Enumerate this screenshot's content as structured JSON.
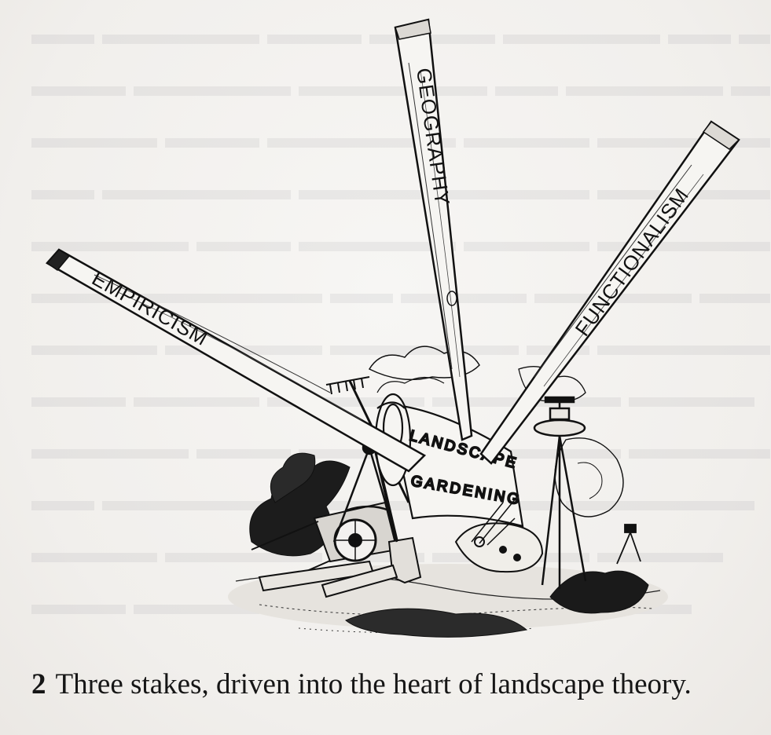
{
  "figure": {
    "stakes": {
      "left": "EMPIRICISM",
      "center": "GEOGRAPHY",
      "right": "FUNCTIONALISM"
    },
    "scroll": {
      "line1": "LANDSCAPE",
      "line2": "GARDENING"
    }
  },
  "caption": {
    "number": "2",
    "text": "Three stakes, driven into the heart of landscape theory."
  },
  "colors": {
    "ink": "#111111",
    "paper": "#f3f1ef"
  }
}
